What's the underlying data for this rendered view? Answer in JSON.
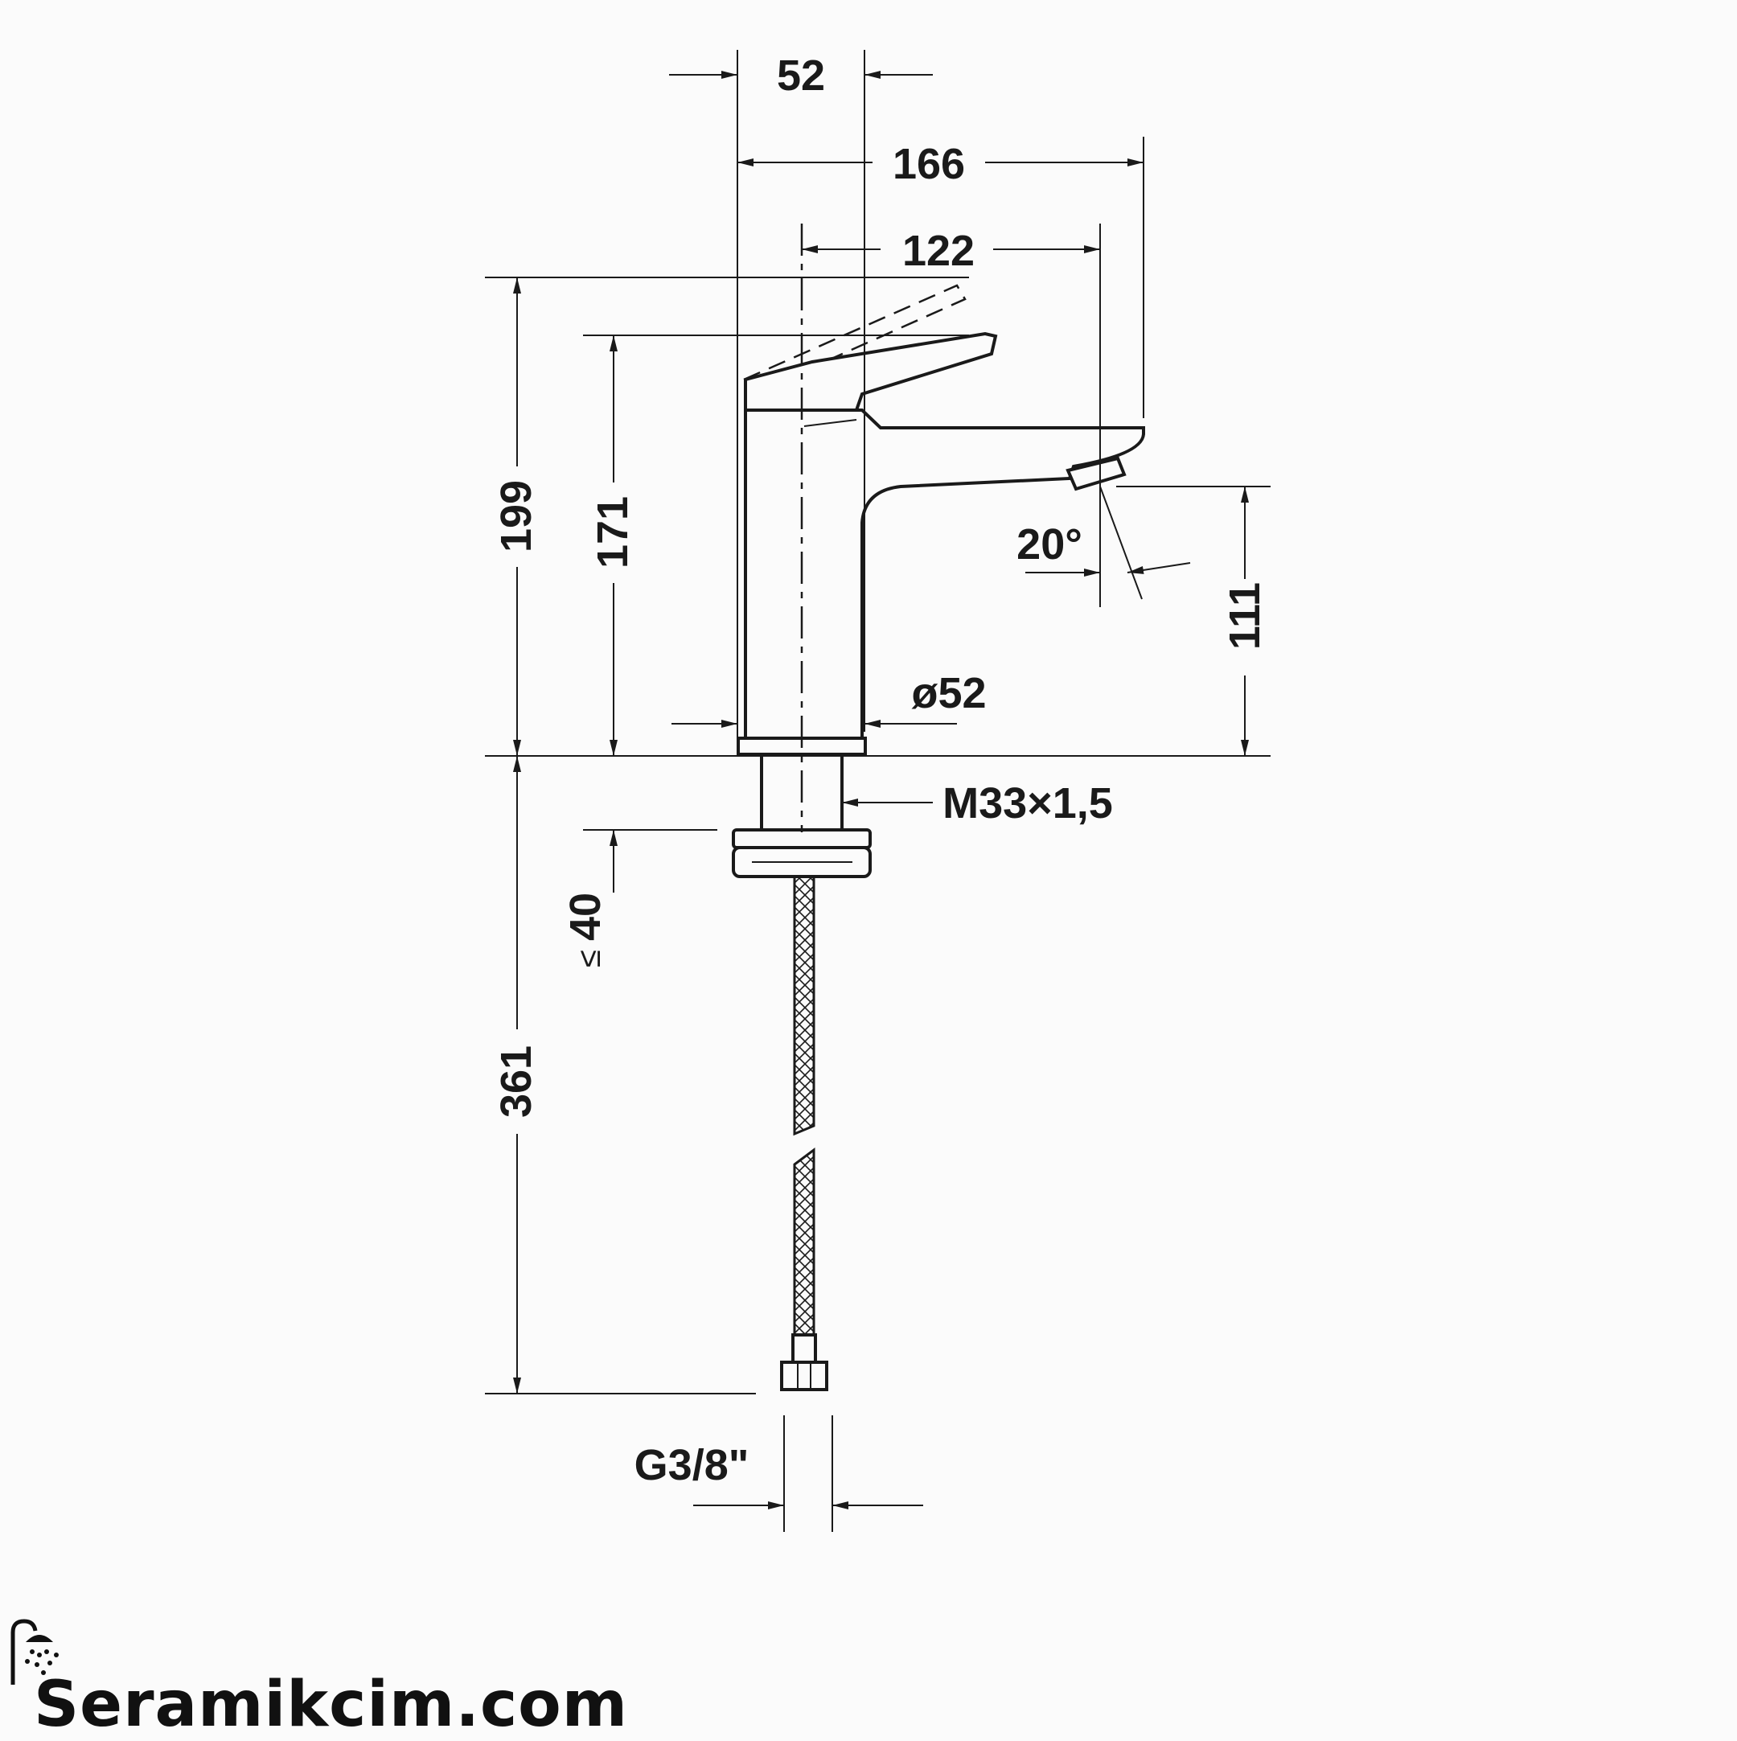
{
  "dimensions": {
    "body_diameter_top": "52",
    "overall_projection": "166",
    "spout_reach": "122",
    "total_height": "199",
    "body_height": "171",
    "spout_height": "111",
    "spray_angle": "20°",
    "body_diameter": "ø52",
    "thread": "M33×1,5",
    "max_counter_thickness": "40",
    "max_symbol": "≤",
    "hose_length": "361",
    "connection": "G3/8\""
  },
  "brand": {
    "name": "Seramikcim.com",
    "icon": "shower-icon"
  }
}
